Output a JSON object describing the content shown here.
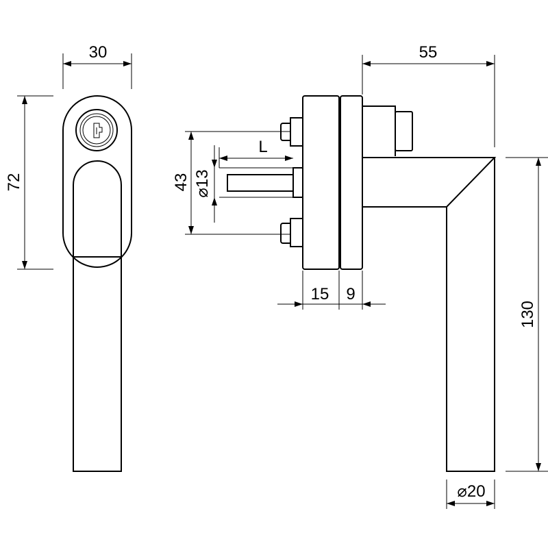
{
  "dimensions": {
    "width_front": "30",
    "height_plate": "72",
    "projection": "55",
    "spindle_length": "L",
    "spacing": "43",
    "spindle_diameter": "⌀13",
    "plate_thickness": "15",
    "rose_thickness": "9",
    "lever_length": "130",
    "lever_diameter": "⌀20"
  }
}
